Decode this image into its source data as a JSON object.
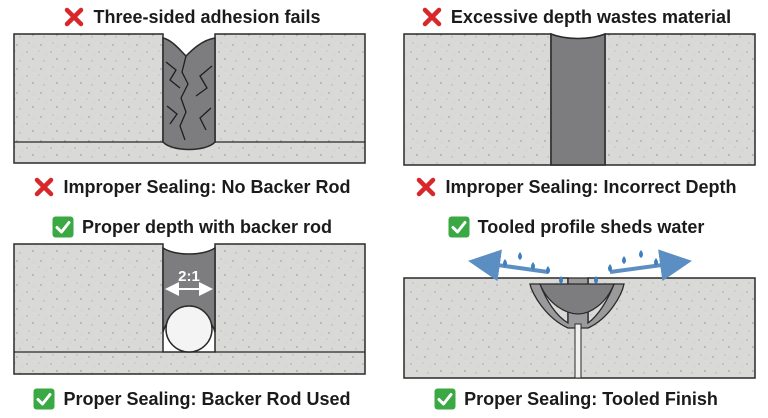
{
  "colors": {
    "concrete": "#d9d9d7",
    "sealant": "#7d7d7f",
    "sealant_dark": "#555557",
    "outline": "#2a2a2a",
    "backer_rod": "#f4f4f4",
    "arrow": "#5b8ec2",
    "water": "#3f7fbe",
    "check_green": "#3aa843",
    "cross_red": "#d9262b"
  },
  "panels": [
    {
      "id": "no-backer-rod",
      "status": "incorrect",
      "status_icon": "cross-icon",
      "top_caption": "Three-sided adhesion fails",
      "bottom_caption": "Improper Sealing: No Backer Rod"
    },
    {
      "id": "incorrect-depth",
      "status": "incorrect",
      "status_icon": "cross-icon",
      "top_caption": "Excessive depth wastes material",
      "bottom_caption": "Improper Sealing: Incorrect Depth"
    },
    {
      "id": "backer-rod",
      "status": "correct",
      "status_icon": "check-icon",
      "top_caption": "Proper depth with backer rod",
      "bottom_caption": "Proper Sealing: Backer Rod Used",
      "ratio_label": "2:1"
    },
    {
      "id": "tooled-finish",
      "status": "correct",
      "status_icon": "check-icon",
      "top_caption": "Tooled profile sheds water",
      "bottom_caption": "Proper Sealing: Tooled Finish"
    }
  ]
}
